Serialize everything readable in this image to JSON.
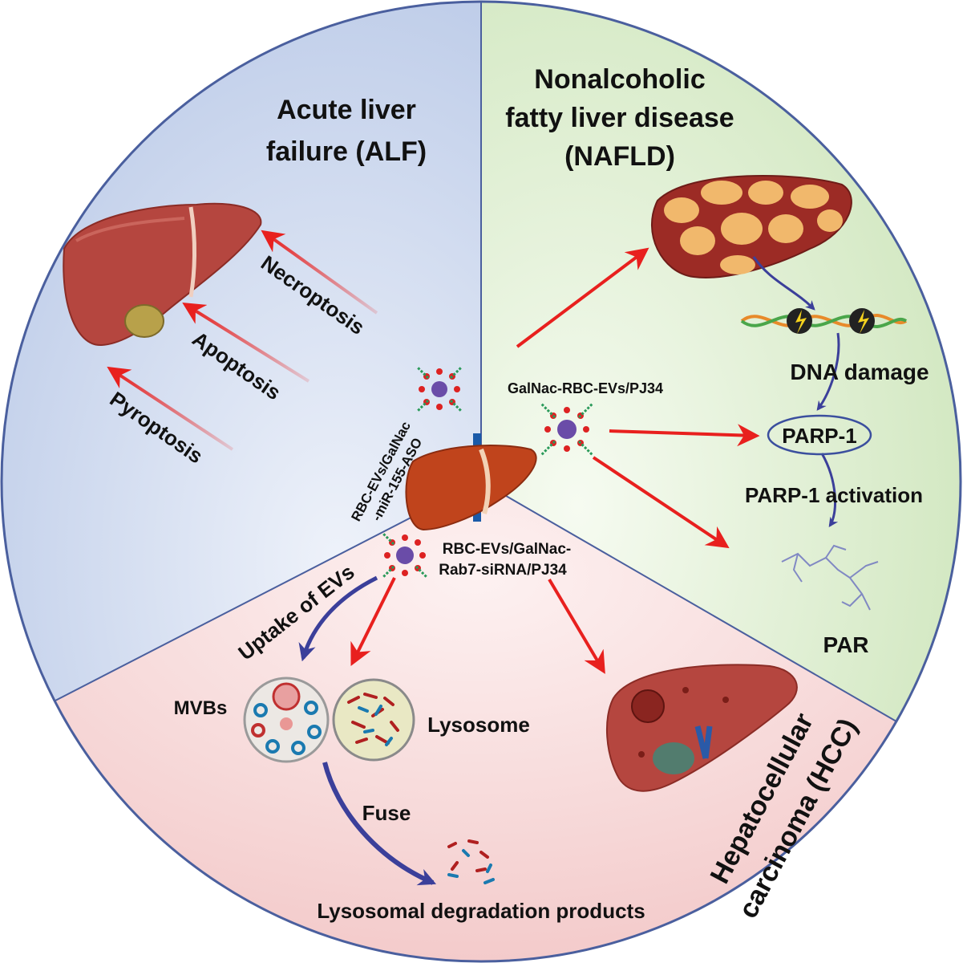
{
  "sections": {
    "alf": {
      "title_line1": "Acute liver",
      "title_line2": "failure (ALF)",
      "pathways": [
        "Necroptosis",
        "Apoptosis",
        "Pyroptosis"
      ],
      "treatment_line1": "RBC-EVs/GalNac",
      "treatment_line2": "-miR-155-ASO",
      "color": "#dbe3f3"
    },
    "nafld": {
      "title_line1": "Nonalcoholic",
      "title_line2": "fatty liver disease",
      "title_line3": "(NAFLD)",
      "treatment": "GalNac-RBC-EVs/PJ34",
      "dna_damage": "DNA damage",
      "parp1": "PARP-1",
      "parp1_activation": "PARP-1 activation",
      "par": "PAR",
      "color": "#e4f1da"
    },
    "hcc": {
      "title_line1": "Hepatocellular",
      "title_line2": "carcinoma (HCC)",
      "treatment_line1": "RBC-EVs/GalNac-",
      "treatment_line2": "Rab7-siRNA/PJ34",
      "uptake": "Uptake of EVs",
      "mvbs": "MVBs",
      "lysosome": "Lysosome",
      "fuse": "Fuse",
      "degradation": "Lysosomal degradation products",
      "color": "#f7dada"
    }
  },
  "colors": {
    "circle_border": "#4a5f9e",
    "red_arrow": "#e8201e",
    "blue_arrow": "#3b3f9a",
    "liver_red": "#a8302a",
    "liver_center": "#c0441c"
  }
}
